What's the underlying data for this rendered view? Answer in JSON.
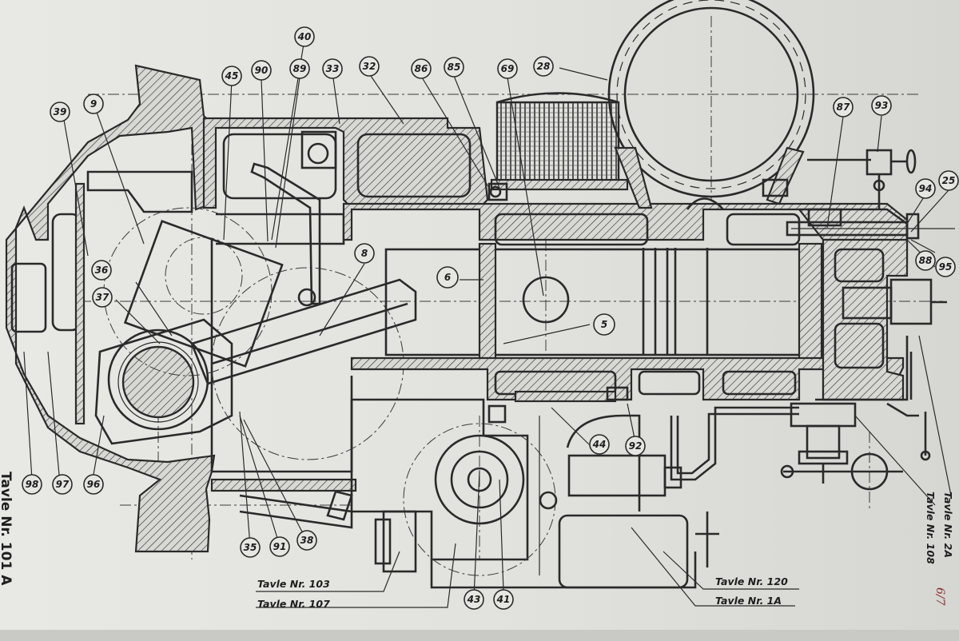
{
  "sheet_title": "Tavle Nr. 101 A",
  "margin_note": "6/7",
  "part_numbers": [
    "39",
    "9",
    "45",
    "90",
    "40",
    "89",
    "33",
    "32",
    "86",
    "85",
    "69",
    "28",
    "87",
    "93",
    "25",
    "94",
    "95",
    "88",
    "36",
    "37",
    "6",
    "8",
    "5",
    "44",
    "92",
    "98",
    "97",
    "96",
    "35",
    "91",
    "38",
    "43",
    "41"
  ],
  "references": {
    "t103": "Tavle Nr. 103",
    "t107": "Tavle Nr. 107",
    "t120": "Tavle Nr. 120",
    "t1a": "Tavle Nr. 1A",
    "t108": "Tavle Nr. 108",
    "t2a": "Tavle Nr. 2A"
  },
  "colors": {
    "paper": "#e4e4e0",
    "ink": "#2a2a2a",
    "pencil_note": "#8a2b2b"
  }
}
